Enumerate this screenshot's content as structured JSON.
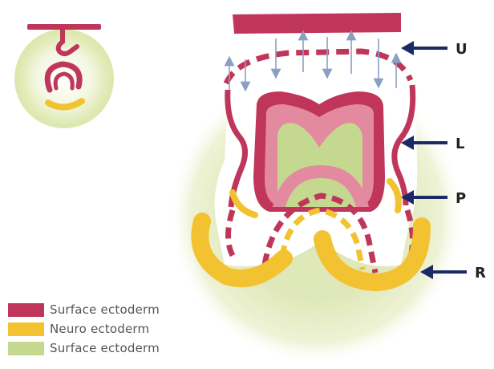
{
  "colors": {
    "surface_ectoderm": "#c0365a",
    "neuro_ectoderm": "#f2c230",
    "mesoderm_green": "#c5d890",
    "pink": "#e48aa0",
    "arrow_navy": "#1a2a66"
  },
  "labels": {
    "u": "U",
    "l": "L",
    "p": "P",
    "r": "R"
  },
  "legend": [
    {
      "label": "Surface ectoderm",
      "color": "#c0365a"
    },
    {
      "label": "Neuro ectoderm",
      "color": "#f2c230"
    },
    {
      "label": "Surface ectoderm",
      "color": "#c5d890"
    }
  ]
}
